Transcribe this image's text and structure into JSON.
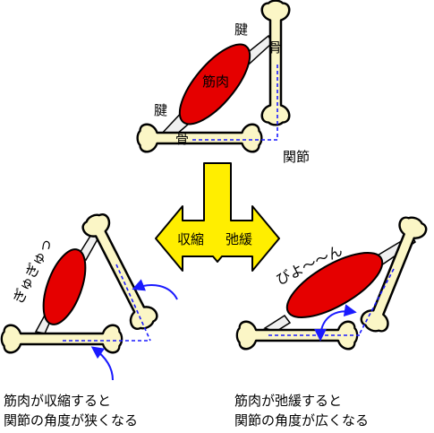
{
  "top": {
    "tendon_label_upper": "腱",
    "tendon_label_lower": "腱",
    "muscle_label": "筋肉",
    "bone_label_vertical": "骨",
    "bone_label_horizontal": "骨",
    "joint_label": "関節"
  },
  "arrow": {
    "left_label": "収縮",
    "right_label": "弛緩",
    "fill_color": "#ffee00"
  },
  "left": {
    "sound": "ぎゅぎゅっ",
    "caption_line1": "筋肉が収縮すると",
    "caption_line2": "関節の角度が狭くなる"
  },
  "right": {
    "sound": "びよ〜〜ん",
    "caption_line1": "筋肉が弛緩すると",
    "caption_line2": "関節の角度が広くなる"
  },
  "colors": {
    "muscle": "#e50000",
    "bone": "#fbf6c6",
    "axis": "#1a1aff"
  }
}
